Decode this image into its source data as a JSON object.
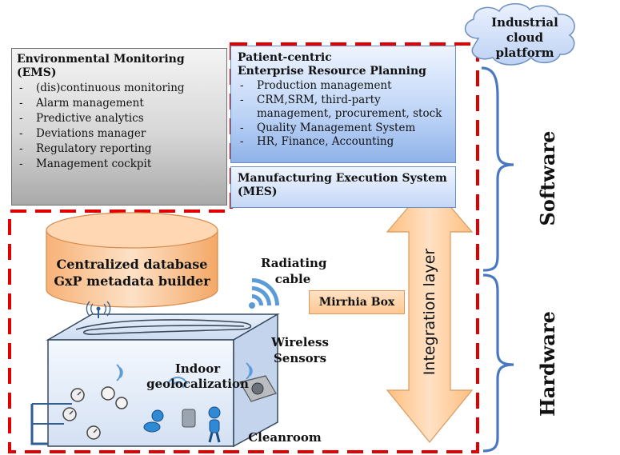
{
  "cloud": {
    "line1": "Industrial cloud",
    "line2": "platform"
  },
  "ems": {
    "title": "Environmental Monitoring (EMS)",
    "items": [
      "(dis)continuous monitoring",
      "Alarm management",
      "Predictive analytics",
      "Deviations manager",
      "Regulatory reporting",
      "Management cockpit"
    ]
  },
  "erp": {
    "title_line1": "Patient-centric",
    "title_line2": "Enterprise Resource Planning",
    "items": [
      "Production management",
      "CRM,SRM, third-party management, procurement, stock",
      "Quality Management System",
      "HR, Finance, Accounting"
    ]
  },
  "mes": {
    "line1": "Manufacturing Execution System",
    "line2": "(MES)"
  },
  "database": {
    "line1": "Centralized database",
    "line2": "GxP metadata builder"
  },
  "radiating_cable": {
    "line1": "Radiating",
    "line2": "cable"
  },
  "mirrhia_box": "Mirrhia Box",
  "wireless_sensors": {
    "line1": "Wireless",
    "line2": "Sensors"
  },
  "indoor": {
    "line1": "Indoor",
    "line2": "geolocalization"
  },
  "cleanroom": "Cleanroom",
  "integration_layer": "Integration layer",
  "software": "Software",
  "hardware": "Hardware",
  "colors": {
    "dashed_border": "#e00000",
    "arrow_fill": "#ffd0a3",
    "cylinder_fill": "#fcc99b",
    "bracket": "#4a78c0",
    "wifi": "#5a9bd8"
  }
}
